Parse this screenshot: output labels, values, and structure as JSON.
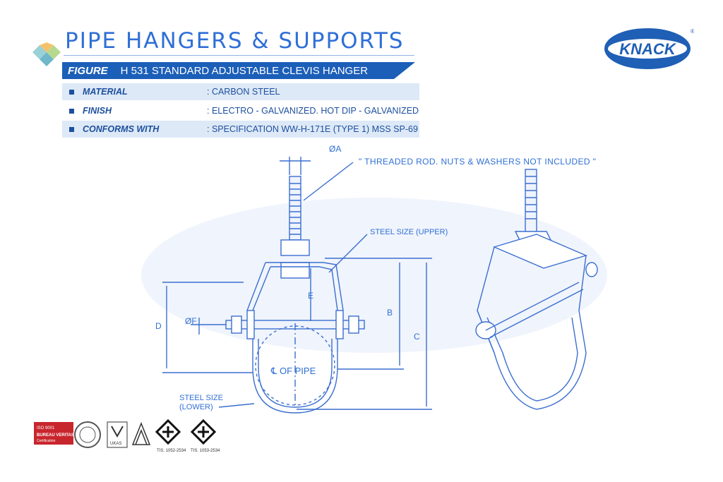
{
  "header": {
    "title": "PIPE HANGERS & SUPPORTS",
    "figure_label": "FIGURE",
    "figure_text": "H 531   STANDARD ADJUSTABLE CLEVIS HANGER"
  },
  "specs": [
    {
      "key": "MATERIAL",
      "value": ": CARBON STEEL"
    },
    {
      "key": "FINISH",
      "value": ": ELECTRO - GALVANIZED. HOT DIP - GALVANIZED"
    },
    {
      "key": "CONFORMS WITH",
      "value": ": SPECIFICATION WW-H-171E (TYPE 1) MSS SP-69"
    }
  ],
  "brand": {
    "name": "KNACK",
    "registered": "®"
  },
  "drawing": {
    "note": "\" THREADED ROD. NUTS & WASHERS NOT INCLUDED \"",
    "steel_upper": "STEEL SIZE (UPPER)",
    "steel_lower_1": "STEEL SIZE",
    "steel_lower_2": "(LOWER)",
    "pipe_cl": "℄ OF PIPE",
    "dim_a": "ØA",
    "dim_b": "B",
    "dim_c": "C",
    "dim_d": "D",
    "dim_e": "E",
    "dim_f": "ØF"
  },
  "certifications": {
    "iso": "ISO 9001",
    "bv": "BUREAU VERITAS",
    "bv_sub": "Certification",
    "ukas": "UKAS",
    "tis1": "TIS. 1052-2534",
    "tis2": "TIS. 1053-2534"
  },
  "colors": {
    "accent": "#2f6fd6",
    "band": "#1c5fb8",
    "row_shade": "#dde9f7"
  }
}
